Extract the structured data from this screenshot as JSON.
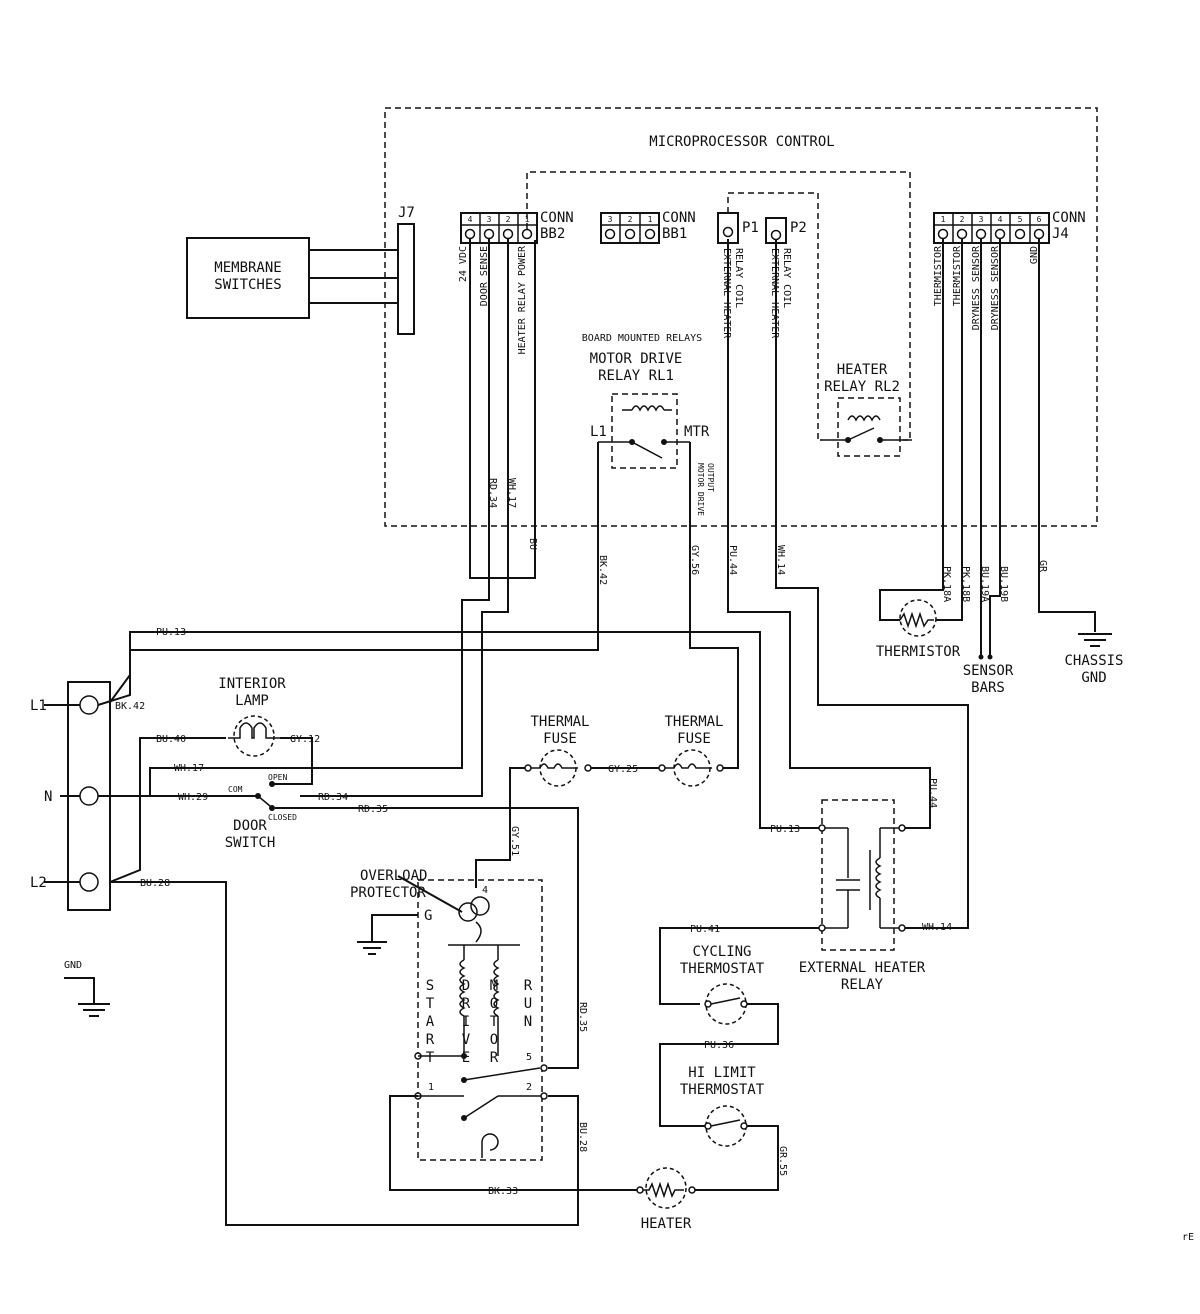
{
  "control": {
    "title": "MICROPROCESSOR CONTROL",
    "j7": "J7",
    "membrane": [
      "MEMBRANE",
      "SWITCHES"
    ],
    "conn_bb2": [
      "CONN",
      "BB2"
    ],
    "conn_bb1": [
      "CONN",
      "BB1"
    ],
    "conn_j4": [
      "CONN",
      "J4"
    ],
    "p1": "P1",
    "p2": "P2",
    "bb2_pins": [
      "4",
      "3",
      "2",
      "1"
    ],
    "bb1_pins": [
      "3",
      "2",
      "1"
    ],
    "j4_pins": [
      "1",
      "2",
      "3",
      "4",
      "5",
      "6"
    ],
    "bb2_signals": [
      "24 VDC",
      "DOOR SENSE",
      "HEATER RELAY POWER"
    ],
    "j4_signals": [
      "THERMISTOR",
      "THERMISTOR",
      "DRYNESS SENSOR",
      "DRYNESS SENSOR",
      "GND"
    ],
    "p_signals": [
      "EXTERNAL HEATER",
      "RELAY COIL",
      "EXTERNAL HEATER",
      "RELAY COIL"
    ],
    "board_relays": "BOARD MOUNTED RELAYS",
    "motor_relay": [
      "MOTOR DRIVE",
      "RELAY RL1"
    ],
    "relay_l1": "L1",
    "relay_mtr": "MTR",
    "heater_relay": [
      "HEATER",
      "RELAY RL2"
    ],
    "motor_drive_output": [
      "MOTOR DRIVE",
      "OUTPUT"
    ]
  },
  "wires": {
    "rd34": "RD.34",
    "wh17": "WH.17",
    "bu": "BU",
    "bk42": "BK.42",
    "gy56": "GY.56",
    "pu44": "PU.44",
    "wh14": "WH.14",
    "pk18a": "PK.18A",
    "pk18b": "PK.18B",
    "bu19a": "BU.19A",
    "bu19b": "BU.19B",
    "gr": "GR",
    "pu13": "PU.13",
    "bu40": "BU.40",
    "gy12": "GY.12",
    "wh29": "WH.29",
    "rd35": "RD.35",
    "gy25": "GY.25",
    "gy51": "GY.51",
    "bu28": "BU.28",
    "pu41": "PU.41",
    "pu36": "PU.36",
    "bk33": "BK.33",
    "gr55": "GR.55"
  },
  "components": {
    "l1": "L1",
    "n": "N",
    "l2": "L2",
    "gnd": "GND",
    "interior_lamp": [
      "INTERIOR",
      "LAMP"
    ],
    "door_switch": [
      "DOOR",
      "SWITCH"
    ],
    "com": "COM",
    "open": "OPEN",
    "closed": "CLOSED",
    "thermal_fuse": [
      "THERMAL",
      "FUSE"
    ],
    "overload": [
      "OVERLOAD",
      "PROTECTOR"
    ],
    "g": "G",
    "start": "START",
    "drive": "DRIVE",
    "motor": "MOTOR",
    "run": "RUN",
    "motor_pins": [
      "4",
      "5",
      "1",
      "2"
    ],
    "thermistor": "THERMISTOR",
    "sensor_bars": [
      "SENSOR",
      "BARS"
    ],
    "chassis_gnd": [
      "CHASSIS",
      "GND"
    ],
    "external_relay": [
      "EXTERNAL HEATER",
      "RELAY"
    ],
    "cycling": [
      "CYCLING",
      "THERMOSTAT"
    ],
    "hilimit": [
      "HI LIMIT",
      "THERMOSTAT"
    ],
    "heater": "HEATER",
    "corner": "rE"
  }
}
